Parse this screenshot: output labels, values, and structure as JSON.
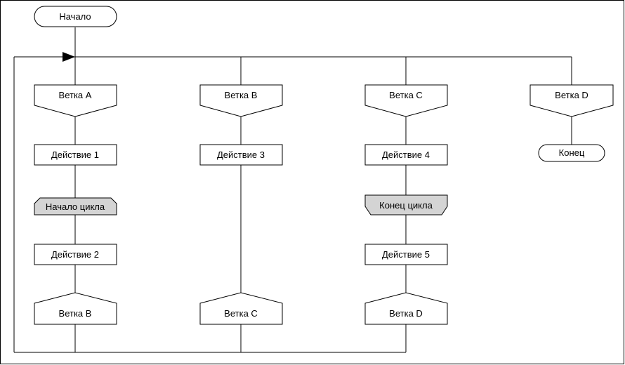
{
  "diagram": {
    "colors": {
      "line": "#000000",
      "block_fill": "#ffffff",
      "loop_fill": "#d4d4d4",
      "frame": "#000000"
    },
    "nodes": {
      "start": "Начало",
      "branch_a": "Ветка A",
      "branch_b": "Ветка B",
      "branch_c": "Ветка C",
      "branch_d": "Ветка D",
      "end": "Конец",
      "action_1": "Действие 1",
      "action_2": "Действие 2",
      "action_3": "Действие 3",
      "action_4": "Действие 4",
      "action_5": "Действие 5",
      "loop_start": "Начало цикла",
      "loop_end": "Конец цикла",
      "goto_b": "Ветка B",
      "goto_c": "Ветка C",
      "goto_d": "Ветка D"
    }
  }
}
